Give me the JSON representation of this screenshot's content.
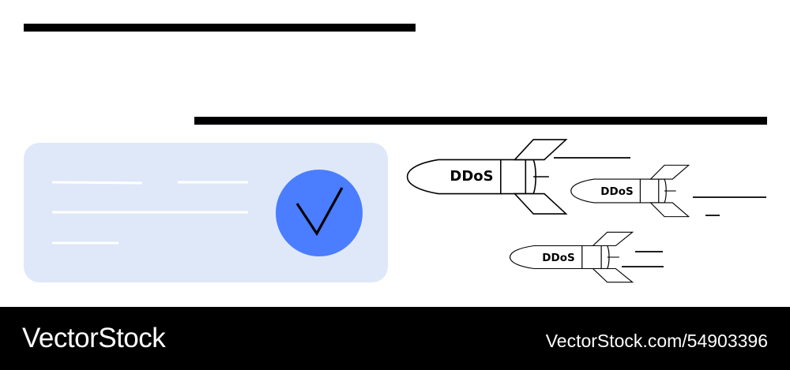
{
  "illustration": {
    "rocket_label": "DDoS",
    "colors": {
      "card": "#dfe8f8",
      "badge": "#4a7dff",
      "line": "#000000",
      "card_line": "#ffffff"
    },
    "icons": [
      "check-icon",
      "rocket-icon"
    ]
  },
  "footer": {
    "brand": "VectorStock",
    "credit": "VectorStock.com/54903396"
  }
}
